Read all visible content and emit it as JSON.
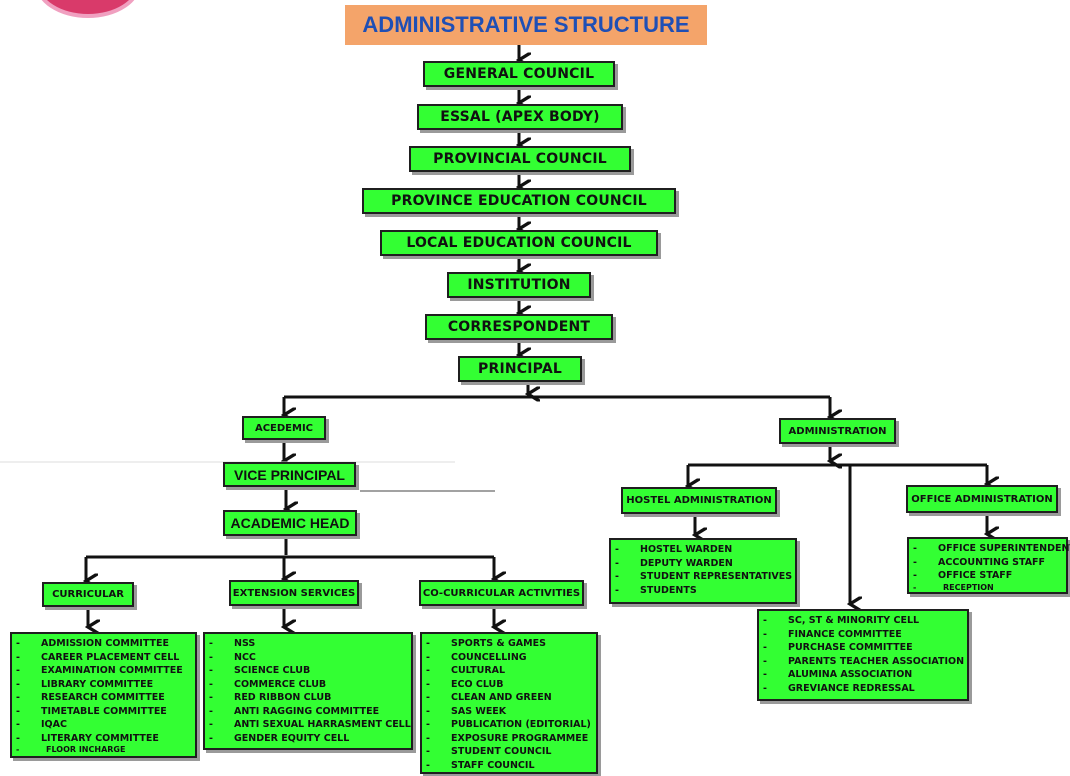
{
  "title": "ADMINISTRATIVE STRUCTURE",
  "chain": [
    "GENERAL COUNCIL",
    "ESSAL (APEX BODY)",
    "PROVINCIAL COUNCIL",
    "PROVINCE EDUCATION COUNCIL",
    "LOCAL EDUCATION COUNCIL",
    "INSTITUTION",
    "CORRESPONDENT",
    "PRINCIPAL"
  ],
  "academic": {
    "label": "ACEDEMIC",
    "vice_principal": "VICE PRINCIPAL",
    "academic_head": "ACADEMIC HEAD",
    "curricular": {
      "label": "CURRICULAR",
      "items": [
        "ADMISSION COMMITTEE",
        "CAREER PLACEMENT CELL",
        "EXAMINATION COMMITTEE",
        "LIBRARY COMMITTEE",
        "RESEARCH COMMITTEE",
        "TIMETABLE COMMITTEE",
        "IQAC",
        "LITERARY COMMITTEE"
      ],
      "sub_item": "FLOOR INCHARGE"
    },
    "extension": {
      "label": "EXTENSION SERVICES",
      "items": [
        "NSS",
        "NCC",
        "SCIENCE CLUB",
        "COMMERCE CLUB",
        "RED RIBBON CLUB",
        "ANTI RAGGING COMMITTEE",
        "ANTI SEXUAL HARRASMENT CELL",
        "GENDER EQUITY CELL"
      ]
    },
    "cocurricular": {
      "label": "CO-CURRICULAR ACTIVITIES",
      "items": [
        "SPORTS & GAMES",
        "COUNCELLING",
        "CULTURAL",
        "ECO CLUB",
        "CLEAN AND GREEN",
        "SAS WEEK",
        "PUBLICATION (EDITORIAL)",
        "EXPOSURE PROGRAMMEE",
        "STUDENT COUNCIL",
        "STAFF COUNCIL"
      ]
    }
  },
  "administration": {
    "label": "ADMINISTRATION",
    "hostel": {
      "label": "HOSTEL ADMINISTRATION",
      "items": [
        "HOSTEL WARDEN",
        "DEPUTY WARDEN",
        "STUDENT REPRESENTATIVES",
        "STUDENTS"
      ]
    },
    "middle": {
      "items": [
        "SC, ST & MINORITY CELL",
        "FINANCE COMMITTEE",
        "PURCHASE COMMITTEE",
        "PARENTS TEACHER ASSOCIATION",
        "ALUMINA ASSOCIATION",
        "GREVIANCE REDRESSAL"
      ]
    },
    "office": {
      "label": "OFFICE ADMINISTRATION",
      "items": [
        "OFFICE SUPERINTENDENT",
        "ACCOUNTING STAFF",
        "OFFICE STAFF"
      ],
      "sub_item": "RECEPTION"
    }
  }
}
